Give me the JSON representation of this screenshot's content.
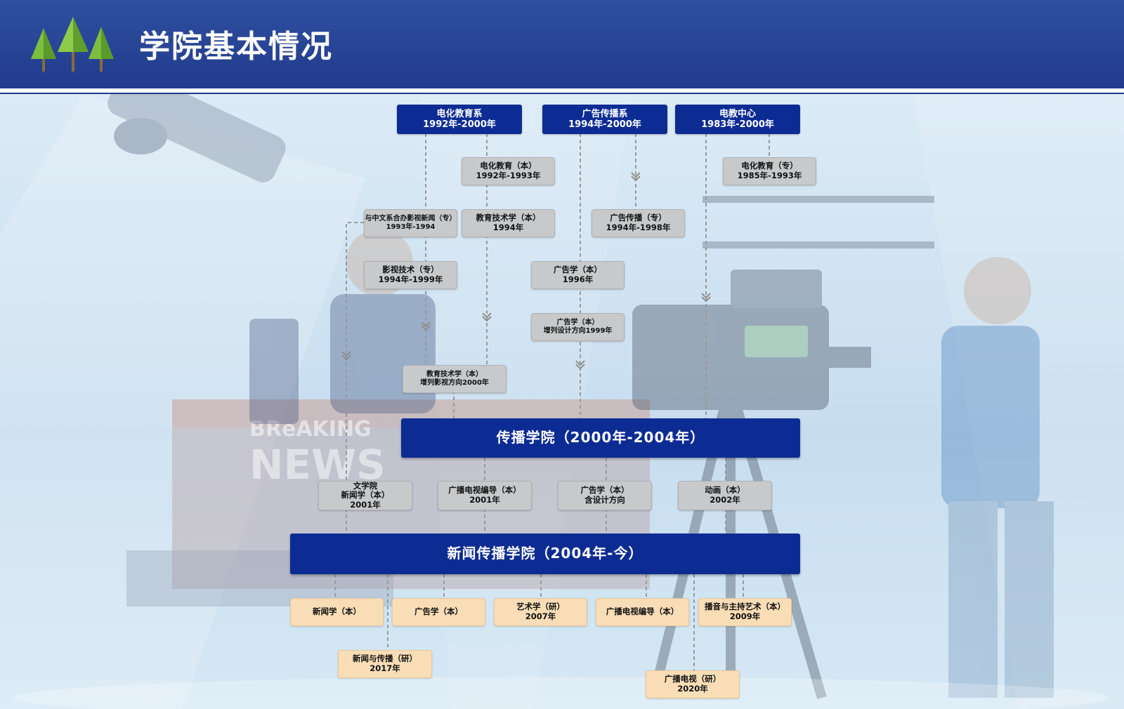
{
  "header": {
    "title": "学院基本情况"
  },
  "bg_text": {
    "line1": "BReAKING",
    "line2": "NEWS"
  },
  "top_nodes": [
    {
      "name": "电化教育系",
      "years": "1992年-2000年"
    },
    {
      "name": "广告传播系",
      "years": "1994年-2000年"
    },
    {
      "name": "电教中心",
      "years": "1983年-2000年"
    }
  ],
  "stage1_nodes": [
    {
      "name": "电化教育（本）",
      "years": "1992年-1993年"
    },
    {
      "name": "电化教育（专）",
      "years": "1985年-1993年"
    },
    {
      "name": "与中文系合办影视新闻（专）",
      "years": "1993年-1994"
    },
    {
      "name": "教育技术学（本）",
      "years": "1994年"
    },
    {
      "name": "广告传播（专）",
      "years": "1994年-1998年"
    },
    {
      "name": "影视技术（专）",
      "years": "1994年-1999年"
    },
    {
      "name": "广告学（本）",
      "years": "1996年"
    },
    {
      "name": "广告学（本）",
      "years": "增列设计方向1999年"
    },
    {
      "name": "教育技术学（本）",
      "years": "增列影视方向2000年"
    }
  ],
  "college1": {
    "label": "传播学院（2000年-2004年）"
  },
  "stage2_nodes": [
    {
      "line1": "文学院",
      "line2": "新闻学（本）",
      "line3": "2001年"
    },
    {
      "line1": "广播电视编导（本）",
      "line2": "2001年"
    },
    {
      "line1": "广告学（本）",
      "line2": "含设计方向"
    },
    {
      "line1": "动画（本）",
      "line2": "2002年"
    }
  ],
  "college2": {
    "label": "新闻传播学院（2004年-今）"
  },
  "stage3_nodes": [
    {
      "line1": "新闻学（本）"
    },
    {
      "line1": "广告学（本）"
    },
    {
      "line1": "艺术学（研）",
      "line2": "2007年"
    },
    {
      "line1": "广播电视编导（本）"
    },
    {
      "line1": "播音与主持艺术（本）",
      "line2": "2009年"
    },
    {
      "line1": "新闻与传播（研）",
      "line2": "2017年"
    },
    {
      "line1": "广播电视（研）",
      "line2": "2020年"
    }
  ],
  "colors": {
    "header": "#223b8c",
    "dark_node": "#0d2c93",
    "gray_node": "#c8c9cb",
    "orange_node": "#f8ddb6",
    "connector": "#9a9a9a"
  }
}
